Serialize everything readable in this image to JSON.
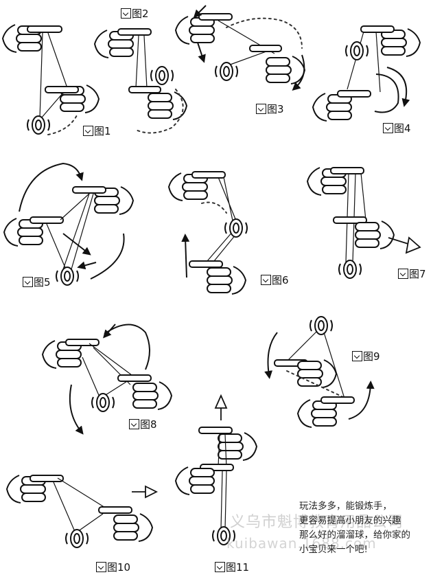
{
  "figures": [
    {
      "label": "图1"
    },
    {
      "label": "图2"
    },
    {
      "label": "图3"
    },
    {
      "label": "图4"
    },
    {
      "label": "图5"
    },
    {
      "label": "图6"
    },
    {
      "label": "图7"
    },
    {
      "label": "图8"
    },
    {
      "label": "图9"
    },
    {
      "label": "图10"
    },
    {
      "label": "图11"
    }
  ],
  "note": {
    "lines": [
      "玩法多多，能锻炼手，",
      "更容易提高小朋友的兴趣",
      "那么好的溜溜球，给你家的",
      "小宝贝来一个吧!"
    ]
  },
  "watermark": {
    "line1": "义乌市魁博教育用品公司",
    "line2": "kuibawan.1688.com"
  }
}
